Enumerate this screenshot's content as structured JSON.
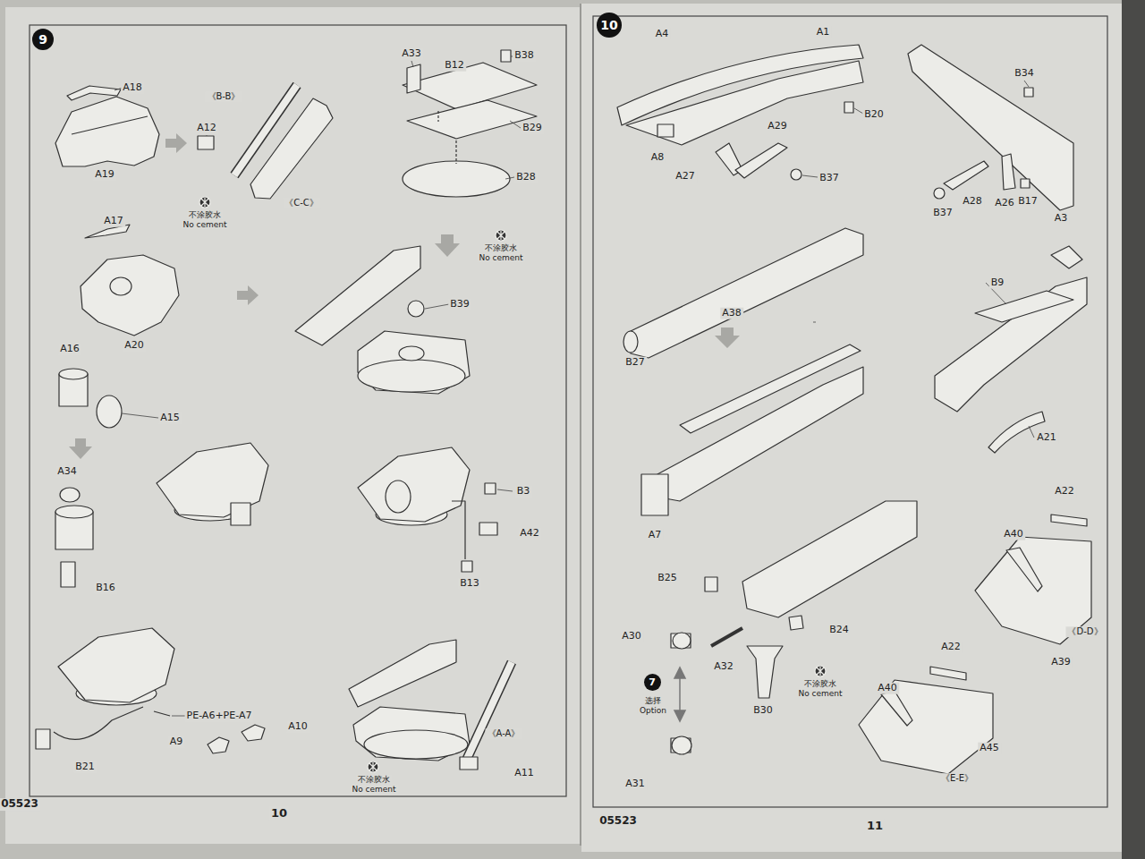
{
  "diagram": {
    "nodes": [
      {
        "text": [
          "9"
        ]
      },
      {
        "text": [
          "10"
        ]
      },
      {
        "text": [
          "7"
        ]
      }
    ],
    "labels": [
      "A18",
      "A19",
      "《B-B》",
      "A12",
      "不涂胶水",
      "No cement",
      "《C-C》",
      "A33",
      "B38",
      "B12",
      "B29",
      "B28",
      "A17",
      "A20",
      "不涂胶水",
      "No cement",
      "B39",
      "A16",
      "A15",
      "A34",
      "B16",
      "B3",
      "A42",
      "B13",
      "PE-A6+PE-A7",
      "A10",
      "A9",
      "B21",
      "《A-A》",
      "A11",
      "不涂胶水",
      "No cement",
      "05523",
      "10",
      "A4",
      "A1",
      "B20",
      "A8",
      "A27",
      "A29",
      "B37",
      "B34",
      "B37",
      "A28",
      "A26",
      "B17",
      "A38",
      "B27",
      "A3",
      "B9",
      "A21",
      "A7",
      "A22",
      "A40",
      "《D-D》",
      "A39",
      "B25",
      "B24",
      "A30",
      "A32",
      "不涂胶水",
      "No cement",
      "B30",
      "选择",
      "Option",
      "A31",
      "A22",
      "A40",
      "A45",
      "《E-E》",
      "05523",
      "11"
    ]
  }
}
